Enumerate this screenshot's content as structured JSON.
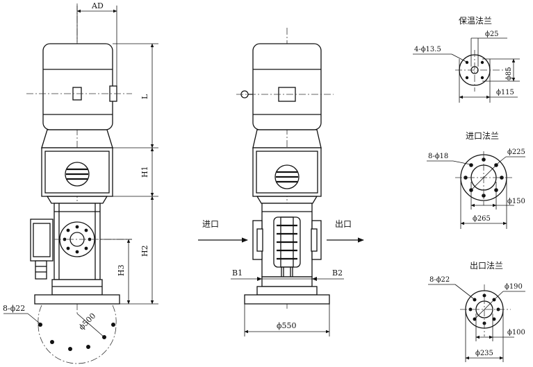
{
  "front_view": {
    "dim_ad": "AD",
    "dim_l": "L",
    "dim_h1": "H1",
    "dim_h2": "H2",
    "dim_h3": "H3",
    "base_holes": "8-ϕ22",
    "base_circle": "ϕ500"
  },
  "side_view": {
    "inlet_label": "进口",
    "outlet_label": "出口",
    "dim_b1": "B1",
    "dim_b2": "B2",
    "base_width": "ϕ550"
  },
  "insulation_flange": {
    "title": "保温法兰",
    "holes": "4-ϕ13.5",
    "bore": "ϕ25",
    "pcd": "ϕ85",
    "outer": "ϕ115"
  },
  "inlet_flange": {
    "title": "进口法兰",
    "holes": "8-ϕ18",
    "pcd": "ϕ225",
    "bore": "ϕ150",
    "outer": "ϕ265"
  },
  "outlet_flange": {
    "title": "出口法兰",
    "holes": "8-ϕ22",
    "pcd": "ϕ190",
    "bore": "ϕ100",
    "outer": "ϕ235"
  }
}
